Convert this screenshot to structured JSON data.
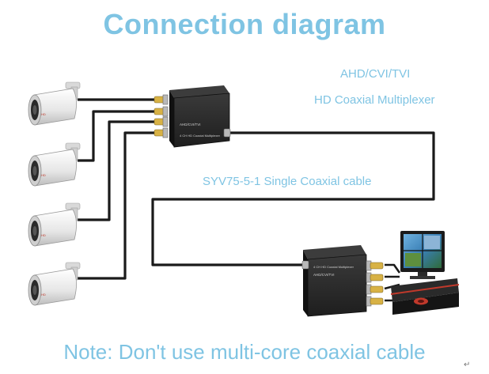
{
  "title": "Connection diagram",
  "product_line1": "AHD/CVI/TVI",
  "product_line2": "HD Coaxial Multiplexer",
  "cable_label": "SYV75-5-1   Single Coaxial cable",
  "note": "Note: Don't use multi-core coaxial cable",
  "transmitter_label1": "4 CH HD Coaxial Multiplexer",
  "receiver_label1": "4 CH HD Coaxial Multiplexer",
  "return_mark": "↵",
  "colors": {
    "text_accent": "#7fc4e3",
    "cable": "#1a1a1a",
    "device_body": "#222222",
    "dvr_accent": "#c0392b",
    "monitor_screen": "#3a7fb5"
  },
  "icons": [
    "camera-icon",
    "multiplexer-icon",
    "monitor-icon",
    "dvr-icon",
    "bnc-connector-icon"
  ]
}
